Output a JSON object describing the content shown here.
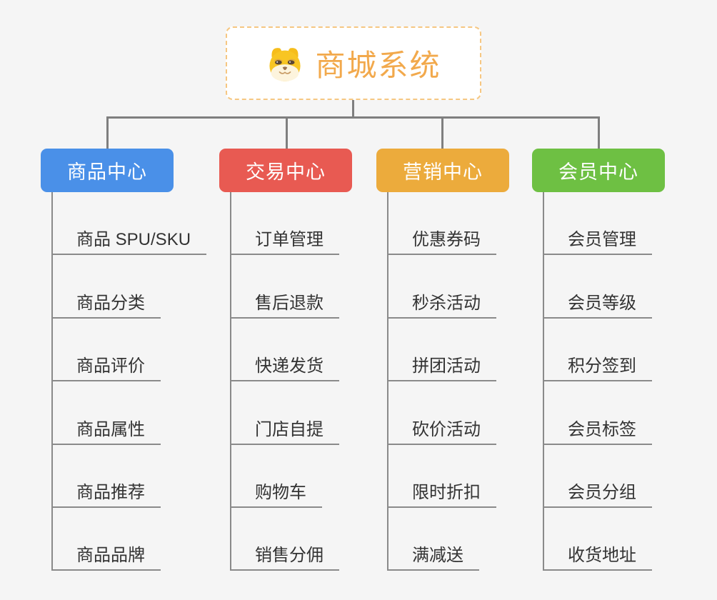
{
  "root": {
    "title": "商城系统",
    "icon": "dog-face-icon"
  },
  "branches": [
    {
      "id": "product-center",
      "label": "商品中心",
      "color": "#4a90e8",
      "items": [
        "商品 SPU/SKU",
        "商品分类",
        "商品评价",
        "商品属性",
        "商品推荐",
        "商品品牌"
      ]
    },
    {
      "id": "trade-center",
      "label": "交易中心",
      "color": "#e85a52",
      "items": [
        "订单管理",
        "售后退款",
        "快递发货",
        "门店自提",
        "购物车",
        "销售分佣"
      ]
    },
    {
      "id": "marketing-center",
      "label": "营销中心",
      "color": "#ecab3c",
      "items": [
        "优惠券码",
        "秒杀活动",
        "拼团活动",
        "砍价活动",
        "限时折扣",
        "满减送"
      ]
    },
    {
      "id": "member-center",
      "label": "会员中心",
      "color": "#6ec043",
      "items": [
        "会员管理",
        "会员等级",
        "积分签到",
        "会员标签",
        "会员分组",
        "收货地址"
      ]
    }
  ],
  "colors": {
    "background": "#f5f5f5",
    "connector": "#7f7f7f",
    "item_line": "#8a8a8a",
    "item_text": "#333333",
    "root_border": "#f6c782",
    "root_title": "#f2a94c",
    "node_text": "#ffffff"
  }
}
